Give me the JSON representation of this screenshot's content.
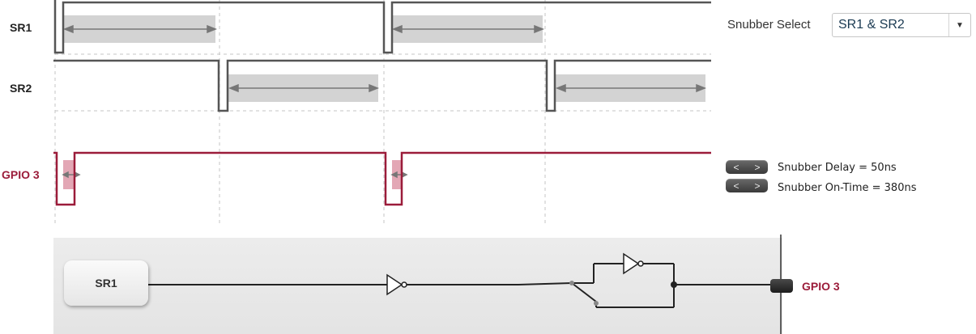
{
  "signals": {
    "sr1_label": "SR1",
    "sr2_label": "SR2",
    "gpio_label": "GPIO 3"
  },
  "snubber": {
    "select_label": "Snubber Select",
    "select_value": "SR1 & SR2",
    "delay_text": "Snubber Delay = 50ns",
    "ontime_text": "Snubber On-Time = 380ns",
    "stepper_left": "<",
    "stepper_right": ">",
    "arrow": "▼"
  },
  "schematic": {
    "source_block": "SR1",
    "output_pin": "GPIO 3"
  },
  "colors": {
    "waveform": "#555555",
    "gpio_waveform": "#9b1c3a",
    "shade": "#d3d3d3",
    "gpio_shade": "#e3a7b5",
    "grid": "#bdbdbd"
  }
}
